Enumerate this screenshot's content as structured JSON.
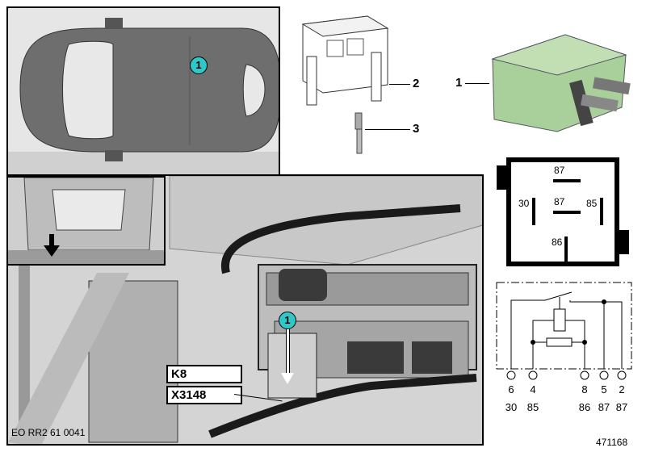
{
  "callouts": {
    "car_marker": "1",
    "fusebox_marker": "1"
  },
  "part_labels": {
    "relay": "1",
    "socket": "2",
    "terminal": "3"
  },
  "location_labels": {
    "relay_id": "K8",
    "connector_id": "X3148"
  },
  "reference_code": "EO RR2 61 0041",
  "diagram_number": "471168",
  "pinout": {
    "top": "87",
    "center": "87",
    "left": "30",
    "right": "85",
    "bottom": "86"
  },
  "schematic": {
    "pins": [
      {
        "number": "6",
        "terminal": "30"
      },
      {
        "number": "4",
        "terminal": "85"
      },
      {
        "number": "8",
        "terminal": "86"
      },
      {
        "number": "5",
        "terminal": "87"
      },
      {
        "number": "2",
        "terminal": "87"
      }
    ]
  },
  "colors": {
    "callout": "#2ec8c8",
    "relay_body": "#a9cf9a",
    "car_body": "#6b6b6b"
  }
}
